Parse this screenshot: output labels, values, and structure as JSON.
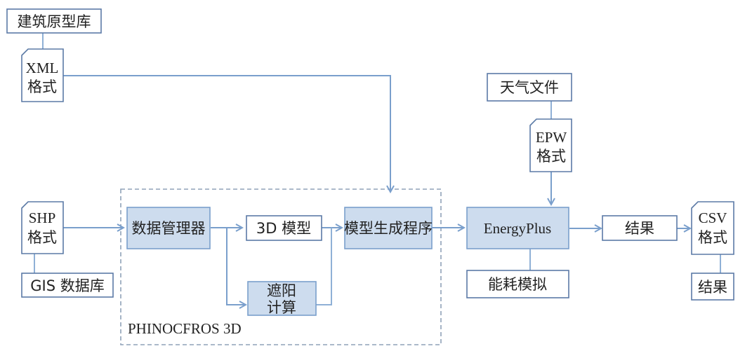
{
  "diagram": {
    "nodes": {
      "building_library": "建筑原型库",
      "xml_line1": "XML",
      "xml_line2": "格式",
      "weather_file": "天气文件",
      "epw_line1": "EPW",
      "epw_line2": "格式",
      "shp_line1": "SHP",
      "shp_line2": "格式",
      "gis_database": "GIS 数据库",
      "data_manager": "数据管理器",
      "model_3d": "3D 模型",
      "shading_line1": "遮阳",
      "shading_line2": "计算",
      "model_generator": "模型生成程序",
      "energyplus": "EnergyPlus",
      "energy_simulation": "能耗模拟",
      "result": "结果",
      "csv_line1": "CSV",
      "csv_line2": "格式",
      "csv_result": "结果"
    },
    "group_label": "PHINOCFROS 3D",
    "colors": {
      "box_stroke": "#5b7aa6",
      "filled_box": "#cddcee",
      "connector": "#8fb0d6",
      "dashed_group": "#8fa2b8"
    }
  }
}
